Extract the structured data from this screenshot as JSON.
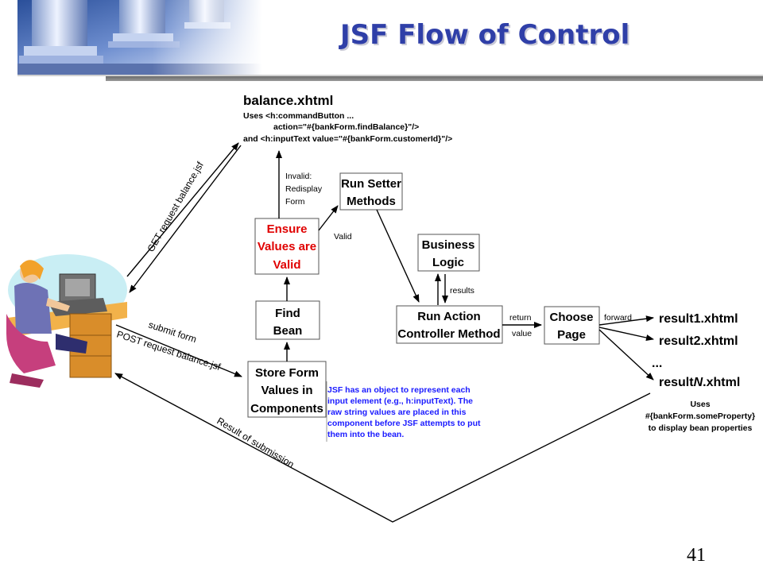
{
  "slide": {
    "title": "JSF Flow of Control",
    "page_number": "41"
  },
  "page": {
    "name": "balance.xhtml",
    "code_lines": [
      "Uses <h:commandButton ...",
      "action=\"#{bankForm.findBalance}\"/>",
      "and <h:inputText value=\"#{bankForm.customerId}\"/>"
    ]
  },
  "boxes": {
    "setter": [
      "Run Setter",
      "Methods"
    ],
    "ensure": [
      "Ensure",
      "Values are",
      "Valid"
    ],
    "business": [
      "Business",
      "Logic"
    ],
    "find_bean": [
      "Find",
      "Bean"
    ],
    "run_action": [
      "Run Action",
      "Controller Method"
    ],
    "choose_page": [
      "Choose",
      "Page"
    ],
    "store_form": [
      "Store Form",
      "Values in",
      "Components"
    ]
  },
  "labels": {
    "invalid": [
      "Invalid:",
      "Redisplay",
      "Form"
    ],
    "valid": "Valid",
    "results": "results",
    "return_value": [
      "return",
      "value"
    ],
    "forward": "forward",
    "get_request": "GET request balance.jsf",
    "submit_form": "submit form",
    "post_request": "POST request balance.jsf",
    "result_of_submission": "Result of submission"
  },
  "results": [
    "result1.xhtml",
    "result2.xhtml",
    "...",
    "result"
  ],
  "result_n_italic": "N",
  "result_n_suffix": ".xhtml",
  "uses_note": [
    "Uses",
    "#{bankForm.someProperty}",
    "to display bean properties"
  ],
  "jsf_note": [
    "JSF has an object to represent each",
    "input element (e.g., h:inputText). The",
    "raw string values are placed in this",
    "component before JSF attempts to put",
    "them into the bean."
  ],
  "colors": {
    "title": "#2f3fa8",
    "ensure_text": "#e00000",
    "note_text": "#1a1aff"
  }
}
